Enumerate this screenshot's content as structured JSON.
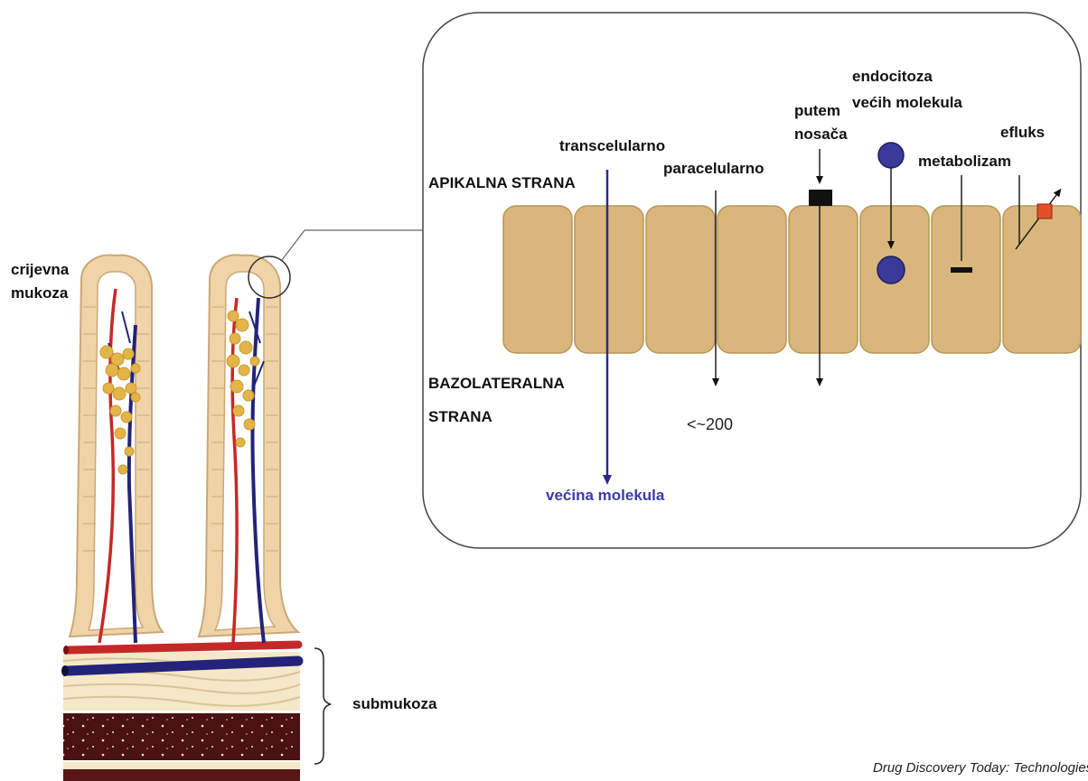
{
  "tissue": {
    "mucosa_label_line1": "crijevna",
    "mucosa_label_line2": "mukoza",
    "submucosa_label": "submukoza"
  },
  "inset": {
    "apical_label": "APIKALNA STRANA",
    "basolateral_label_line1": "BAZOLATERALNA",
    "basolateral_label_line2": "STRANA",
    "routes": {
      "transcellular": "transcelularno",
      "paracellular": "paracelularno",
      "carrier_line1": "putem",
      "carrier_line2": "nosača",
      "endocytosis_line1": "endocitoza",
      "endocytosis_line2": "većih molekula",
      "metabolism": "metabolizam",
      "efflux": "efluks"
    },
    "paracellular_size_limit": "<~200",
    "majority_label": "većina molekula"
  },
  "credit": "Drug Discovery Today: Technologies",
  "colors": {
    "cell_fill": "#d9b77c",
    "cell_stroke": "#b89558",
    "artery": "#c62828",
    "vein": "#23237a",
    "fat": "#e3b548",
    "epithelium": "#f0d4a8",
    "muscle": "#4a1212",
    "efflux_square": "#e0502a",
    "majority_arrow": "#2a2a8c"
  }
}
